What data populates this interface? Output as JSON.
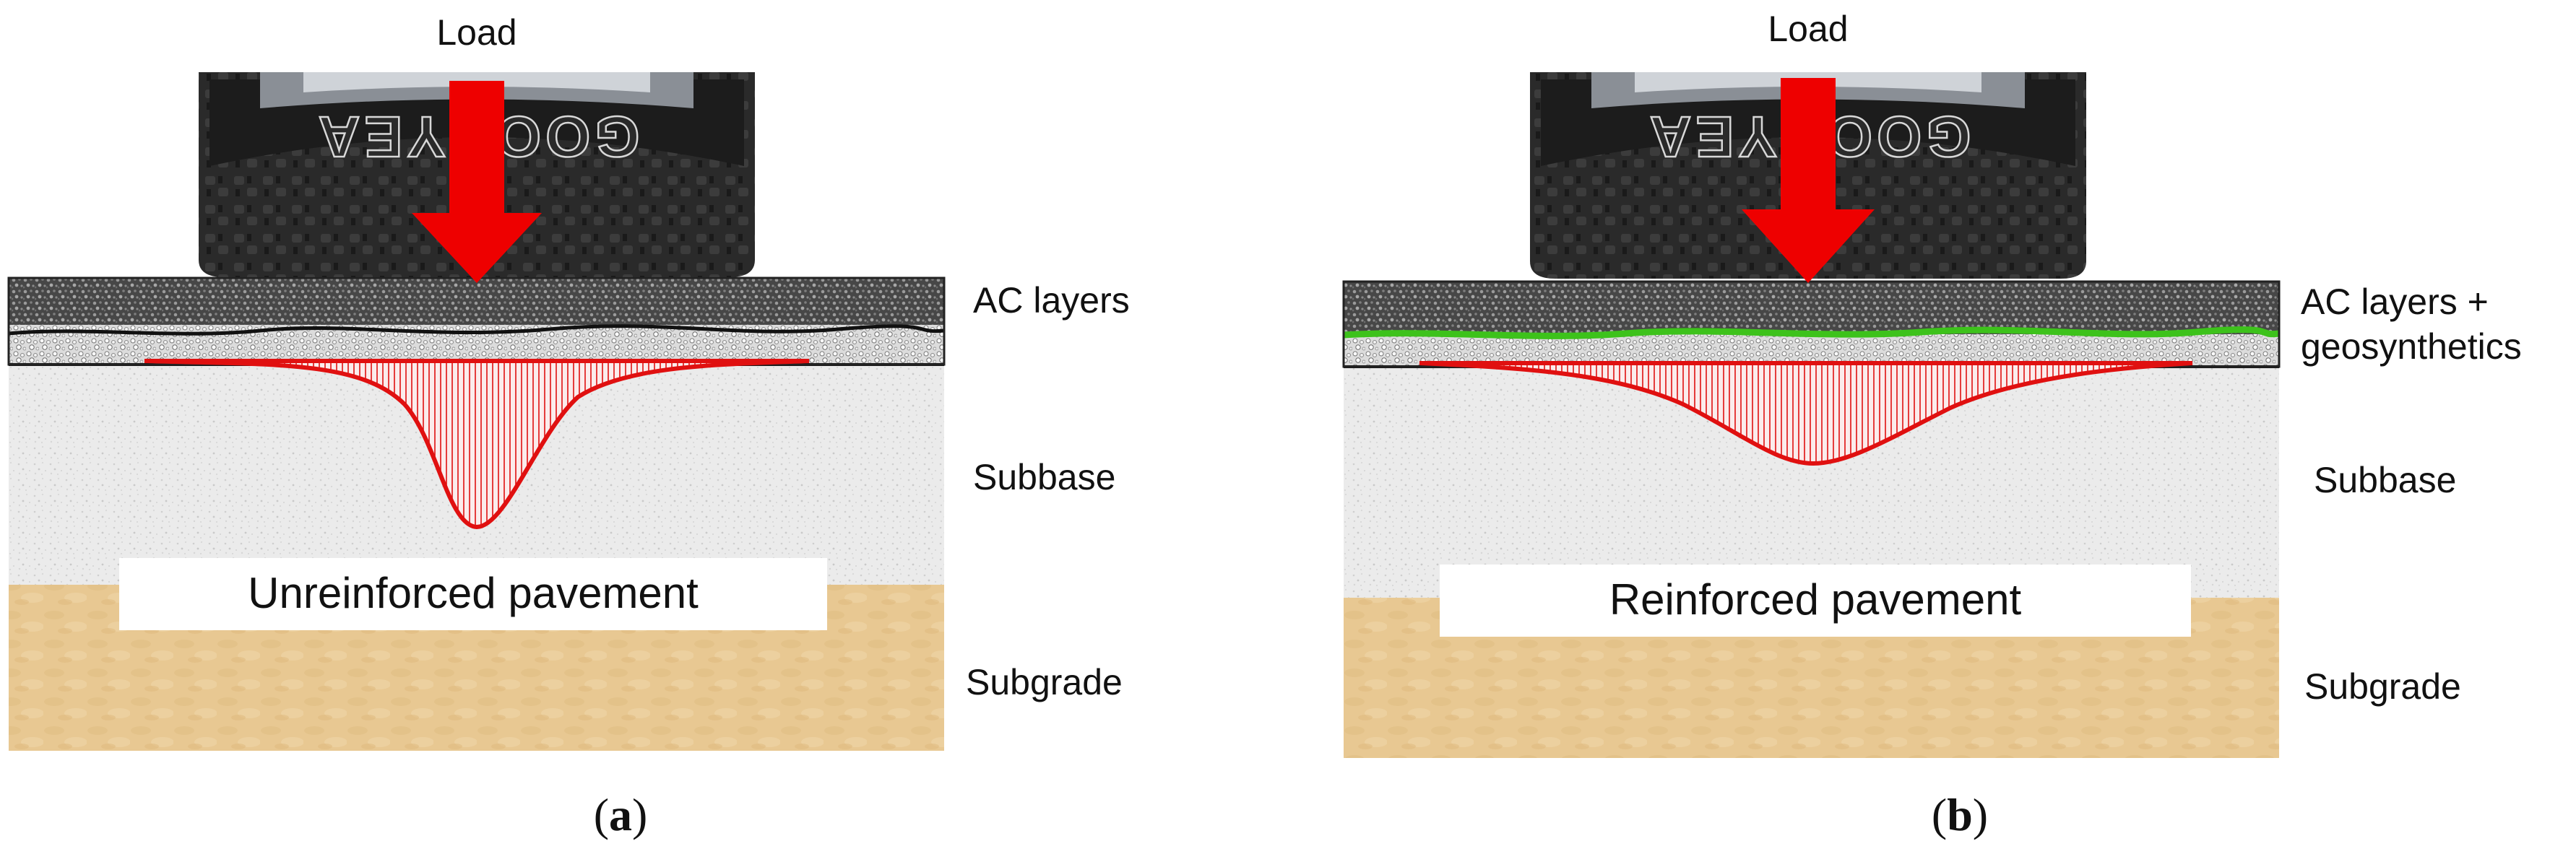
{
  "panels": [
    {
      "id": "a",
      "load_label": "Load",
      "layer_labels": {
        "ac": "AC layers",
        "ac_extra": "",
        "subbase": "Subbase",
        "subgrade": "Subgrade"
      },
      "banner": "Unreinforced pavement",
      "caption": {
        "open": "(",
        "letter": "a",
        "close": ")"
      },
      "tire_brand": "GOODYEA",
      "has_geosynthetic": true
    },
    {
      "id": "b",
      "load_label": "Load",
      "layer_labels": {
        "ac": "AC layers  +",
        "ac_extra": "geosynthetics",
        "subbase": "Subbase",
        "subgrade": "Subgrade"
      },
      "banner": "Reinforced pavement",
      "caption": {
        "open": "(",
        "letter": "b",
        "close": ")"
      },
      "tire_brand": "GOODYEA",
      "has_geosynthetic": true
    }
  ],
  "colors": {
    "load_arrow": "#ee0000",
    "stress_curve": "#e01010",
    "geosynthetic": "#3dc21b",
    "subgrade": "#e8c892",
    "subbase": "#e9e9e9",
    "asphalt": "#3d3d3d",
    "tire": "#2a2a2a"
  }
}
